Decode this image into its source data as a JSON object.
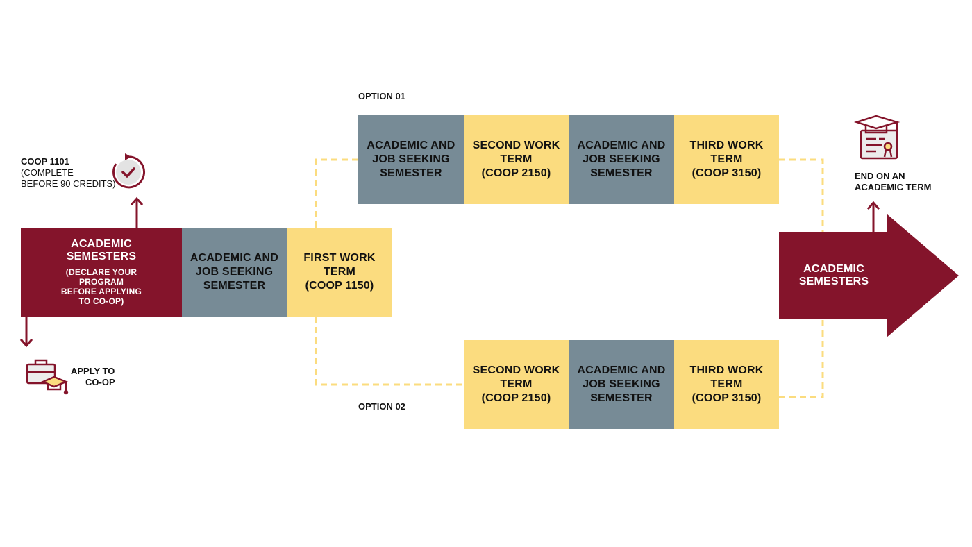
{
  "colors": {
    "maroon": "#84142b",
    "slate": "#778b96",
    "gold": "#fbdc7f",
    "connector": "#fbdc7f"
  },
  "icons": {
    "checkmark": "circular-check-icon",
    "apply": "briefcase-graduation-cap-icon",
    "end": "diploma-graduation-cap-icon"
  },
  "labels": {
    "option1": "OPTION 01",
    "option2": "OPTION 02",
    "coop1101": {
      "title": "COOP 1101",
      "line1": "(COMPLETE",
      "line2": "BEFORE 90 CREDITS)"
    },
    "apply": {
      "line1": "APPLY TO",
      "line2": "CO-OP"
    },
    "end": {
      "line1": "END ON AN",
      "line2": "ACADEMIC TERM"
    }
  },
  "main_row": {
    "academic_start": {
      "title1": "ACADEMIC",
      "title2": "SEMESTERS",
      "note1": "(DECLARE YOUR",
      "note2": "PROGRAM",
      "note3": "BEFORE APPLYING",
      "note4": "TO CO-OP)"
    },
    "job_seeking": {
      "l1": "ACADEMIC AND",
      "l2": "JOB SEEKING",
      "l3": "SEMESTER"
    },
    "first_work": {
      "l1": "FIRST WORK",
      "l2": "TERM",
      "l3": "(COOP 1150)"
    }
  },
  "option1_row": {
    "job_seeking_a": {
      "l1": "ACADEMIC AND",
      "l2": "JOB SEEKING",
      "l3": "SEMESTER"
    },
    "second_work": {
      "l1": "SECOND WORK",
      "l2": "TERM",
      "l3": "(COOP 2150)"
    },
    "job_seeking_b": {
      "l1": "ACADEMIC AND",
      "l2": "JOB SEEKING",
      "l3": "SEMESTER"
    },
    "third_work": {
      "l1": "THIRD WORK",
      "l2": "TERM",
      "l3": "(COOP 3150)"
    }
  },
  "option2_row": {
    "second_work": {
      "l1": "SECOND WORK",
      "l2": "TERM",
      "l3": "(COOP 2150)"
    },
    "job_seeking": {
      "l1": "ACADEMIC AND",
      "l2": "JOB SEEKING",
      "l3": "SEMESTER"
    },
    "third_work": {
      "l1": "THIRD WORK",
      "l2": "TERM",
      "l3": "(COOP 3150)"
    }
  },
  "final_arrow": {
    "l1": "ACADEMIC",
    "l2": "SEMESTERS"
  }
}
